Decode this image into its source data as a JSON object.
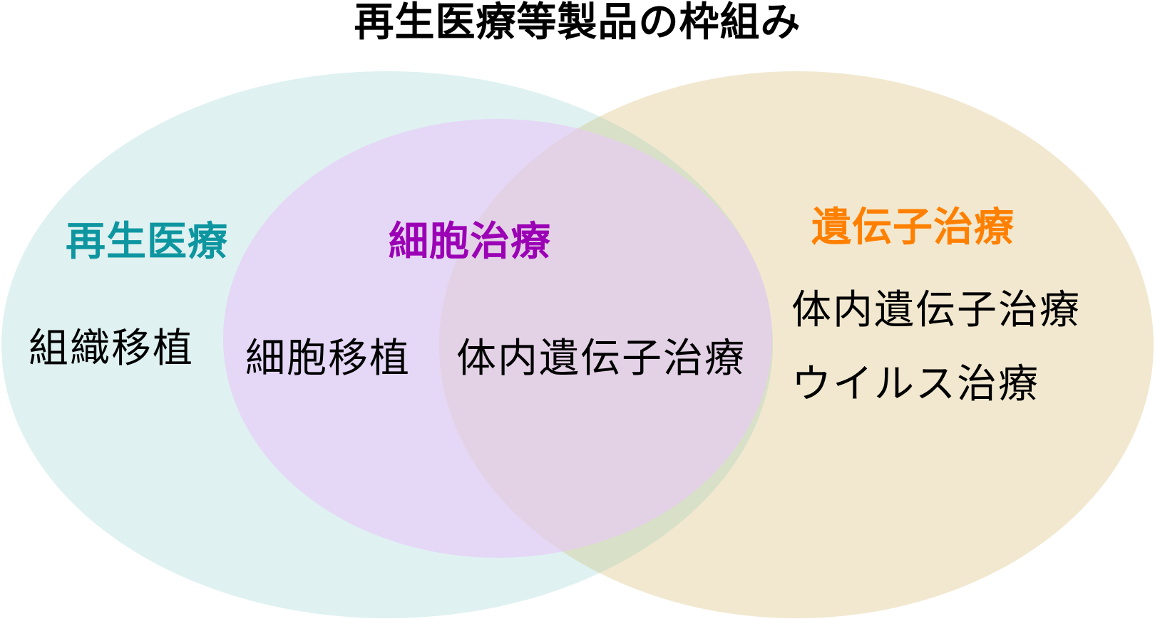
{
  "title": "再生医療等製品の枠組み",
  "sets": [
    {
      "id": "regenerative",
      "label": "再生医療",
      "color": "#0e96a0",
      "fill": "#dff1f1",
      "items": [
        "組織移植"
      ]
    },
    {
      "id": "cell-therapy",
      "label": "細胞治療",
      "color": "#9b00b5",
      "fill": "#e5d7f6",
      "items": [
        "細胞移植"
      ]
    },
    {
      "id": "gene-therapy",
      "label": "遺伝子治療",
      "color": "#ff8000",
      "fill": "#f2e8d0",
      "items": [
        "体内遺伝子治療",
        "ウイルス治療"
      ]
    }
  ],
  "intersections": [
    {
      "sets": [
        "regenerative",
        "cell-therapy",
        "gene-therapy"
      ],
      "items": [
        "体内遺伝子治療"
      ],
      "fill": "#e3d1e6"
    },
    {
      "sets": [
        "regenerative",
        "gene-therapy"
      ],
      "fill": "#d8e0c8"
    }
  ]
}
